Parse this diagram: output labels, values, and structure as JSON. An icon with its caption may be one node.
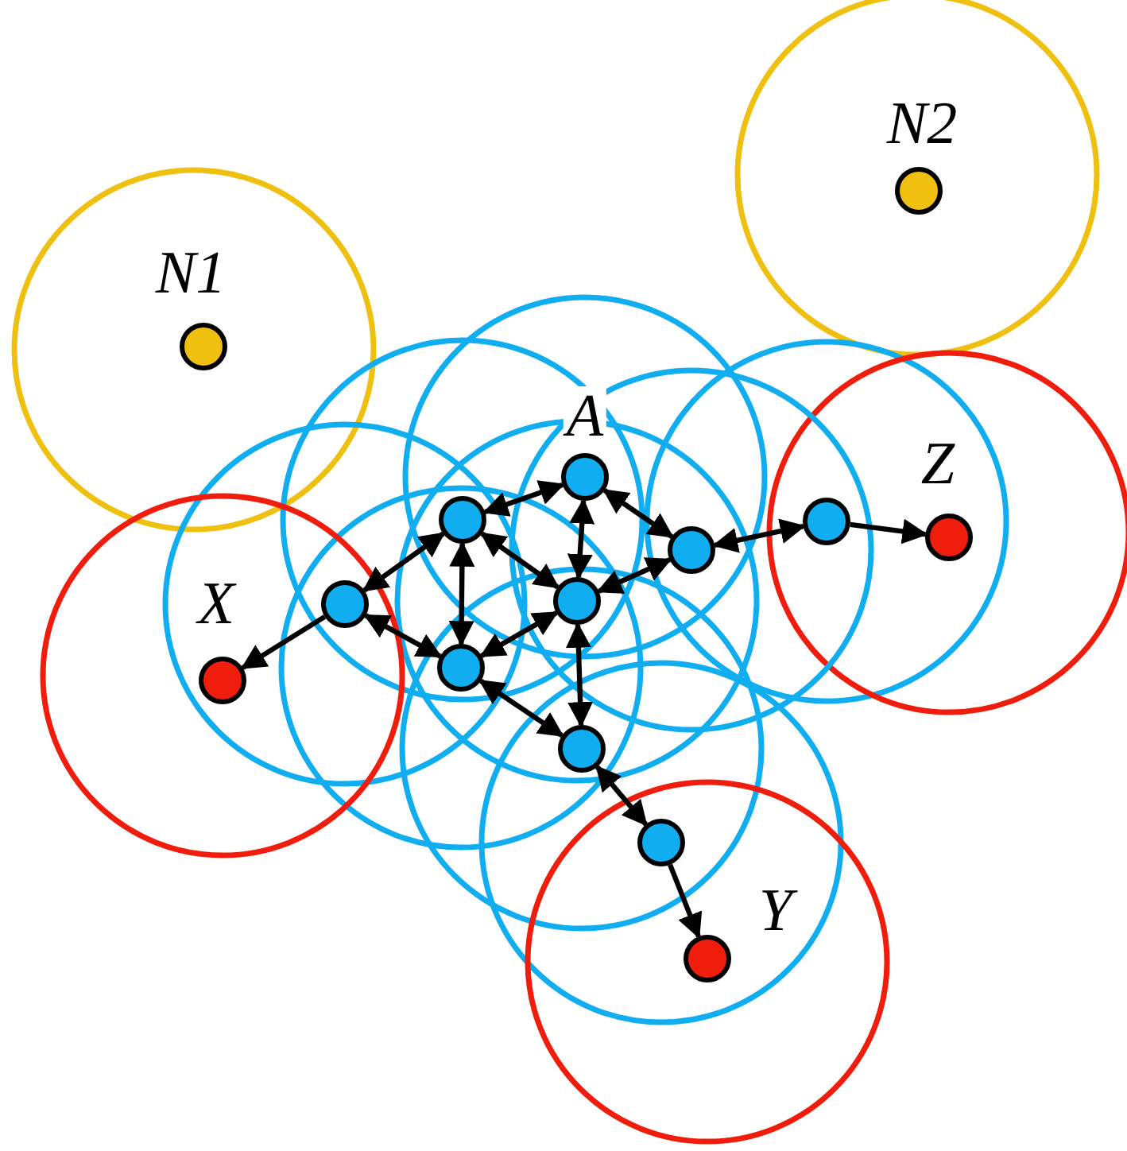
{
  "diagram": {
    "nodes": [
      {
        "text": [],
        "shape": "circle",
        "beside": [
          "N2"
        ]
      },
      {
        "text": [],
        "shape": "circle",
        "beside": [
          "N1"
        ]
      },
      {
        "text": [],
        "shape": "circle",
        "beside": [
          "A"
        ]
      },
      {
        "text": [],
        "shape": "circle"
      },
      {
        "text": [],
        "shape": "circle"
      },
      {
        "text": [],
        "shape": "circle",
        "beside": [
          "Z"
        ]
      },
      {
        "text": [],
        "shape": "circle"
      },
      {
        "text": [],
        "shape": "circle"
      },
      {
        "text": [],
        "shape": "circle"
      },
      {
        "text": [],
        "shape": "circle"
      },
      {
        "text": [],
        "shape": "circle",
        "beside": [
          "X"
        ]
      },
      {
        "text": [],
        "shape": "circle"
      },
      {
        "text": [],
        "shape": "circle"
      },
      {
        "text": [],
        "shape": "circle",
        "beside": [
          "Y"
        ]
      }
    ],
    "edges": [
      {
        "from": 3,
        "to": 2,
        "arrow": "both"
      },
      {
        "from": 2,
        "to": 6,
        "arrow": "both"
      },
      {
        "from": 2,
        "to": 7,
        "arrow": "both"
      },
      {
        "from": 3,
        "to": 7,
        "arrow": "both"
      },
      {
        "from": 3,
        "to": 9,
        "arrow": "both"
      },
      {
        "from": 3,
        "to": 8,
        "arrow": "both"
      },
      {
        "from": 8,
        "to": 9,
        "arrow": "both"
      },
      {
        "from": 9,
        "to": 7,
        "arrow": "both"
      },
      {
        "from": 6,
        "to": 7,
        "arrow": "both"
      },
      {
        "from": 7,
        "to": 11,
        "arrow": "both"
      },
      {
        "from": 9,
        "to": 11,
        "arrow": "both"
      },
      {
        "from": 6,
        "to": 4,
        "arrow": "both"
      },
      {
        "from": 4,
        "to": 5,
        "arrow": "to"
      },
      {
        "from": 8,
        "to": 10,
        "arrow": "to"
      },
      {
        "from": 11,
        "to": 12,
        "arrow": "both"
      },
      {
        "from": 12,
        "to": 13,
        "arrow": "to"
      }
    ]
  }
}
